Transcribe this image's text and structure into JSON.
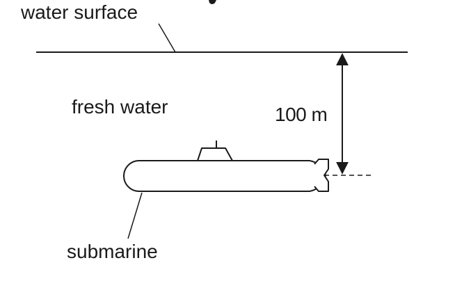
{
  "labels": {
    "water_surface": "water surface",
    "fresh_water": "fresh water",
    "depth": "100 m",
    "submarine": "submarine"
  },
  "colors": {
    "ink": "#1a1a1a",
    "background": "#ffffff"
  }
}
